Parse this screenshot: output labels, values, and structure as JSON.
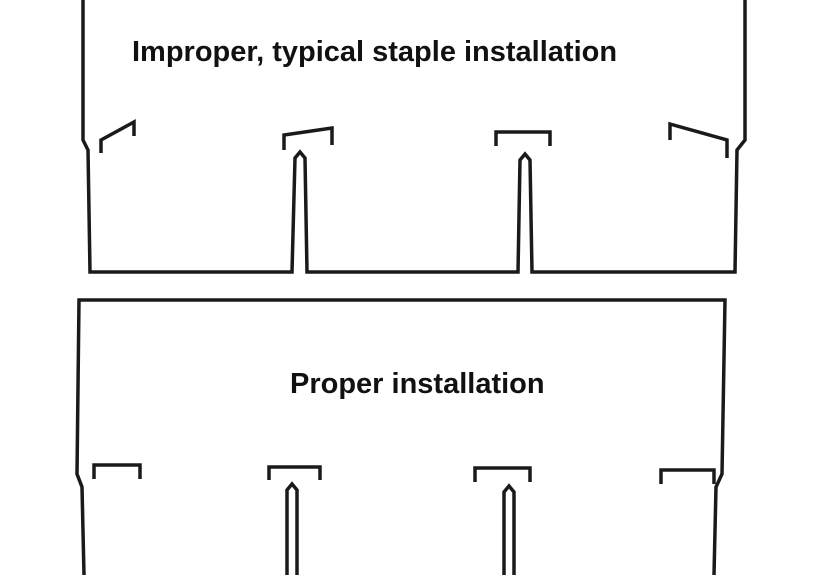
{
  "panels": {
    "improper": {
      "title": "Improper, typical staple installation",
      "staples": [
        "tilted",
        "tilted",
        "level",
        "tilted"
      ]
    },
    "proper": {
      "title": "Proper installation",
      "staples": [
        "level",
        "level",
        "level",
        "level"
      ]
    }
  },
  "colors": {
    "line": "#1a1a1a",
    "text": "#111111",
    "background": "#ffffff"
  }
}
